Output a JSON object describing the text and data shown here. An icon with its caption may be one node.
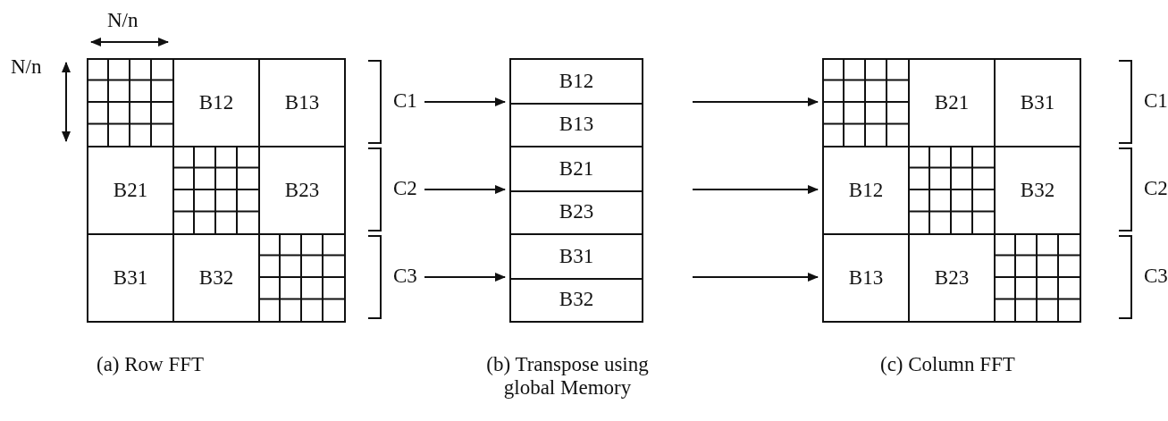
{
  "diagram": {
    "nodes": [
      {
        "text": [],
        "shape": "box"
      },
      {
        "text": [
          "B12"
        ]
      },
      {
        "text": [
          "B13"
        ]
      },
      {
        "text": [
          "B21"
        ]
      },
      {
        "text": [],
        "shape": "box"
      },
      {
        "text": [
          "B23"
        ]
      },
      {
        "text": [
          "B31"
        ]
      },
      {
        "text": [
          "B32"
        ]
      },
      {
        "text": [],
        "shape": "box"
      },
      {
        "text": [
          "C1"
        ]
      },
      {
        "text": [
          "C2"
        ]
      },
      {
        "text": [
          "C3"
        ]
      },
      {
        "text": [
          "B12",
          "B13"
        ]
      },
      {
        "text": [
          "B21",
          "B23"
        ]
      },
      {
        "text": [
          "B31",
          "B32"
        ]
      },
      {
        "text": [],
        "shape": "box"
      },
      {
        "text": [
          "B21"
        ]
      },
      {
        "text": [
          "B31"
        ]
      },
      {
        "text": [
          "B12"
        ]
      },
      {
        "text": [],
        "shape": "box"
      },
      {
        "text": [
          "B32"
        ]
      },
      {
        "text": [
          "B13"
        ]
      },
      {
        "text": [
          "B23"
        ]
      },
      {
        "text": [],
        "shape": "box"
      },
      {
        "text": [
          "C1"
        ]
      },
      {
        "text": [
          "C2"
        ]
      },
      {
        "text": [
          "C3"
        ]
      }
    ],
    "edges": [
      {
        "from": 9,
        "to": 12,
        "arrow": "to"
      },
      {
        "from": null,
        "to": 15,
        "arrow": "to"
      },
      {
        "from": 10,
        "to": 13,
        "arrow": "to"
      },
      {
        "from": null,
        "to": 18,
        "arrow": "to"
      },
      {
        "from": 11,
        "to": 14,
        "arrow": "to"
      },
      {
        "from": null,
        "to": 21,
        "arrow": "to"
      }
    ],
    "labels": [
      "N/n",
      "N/n",
      "(a) Row FFT",
      "(b) Transpose using global Memory",
      "(c) Column FFT"
    ]
  }
}
